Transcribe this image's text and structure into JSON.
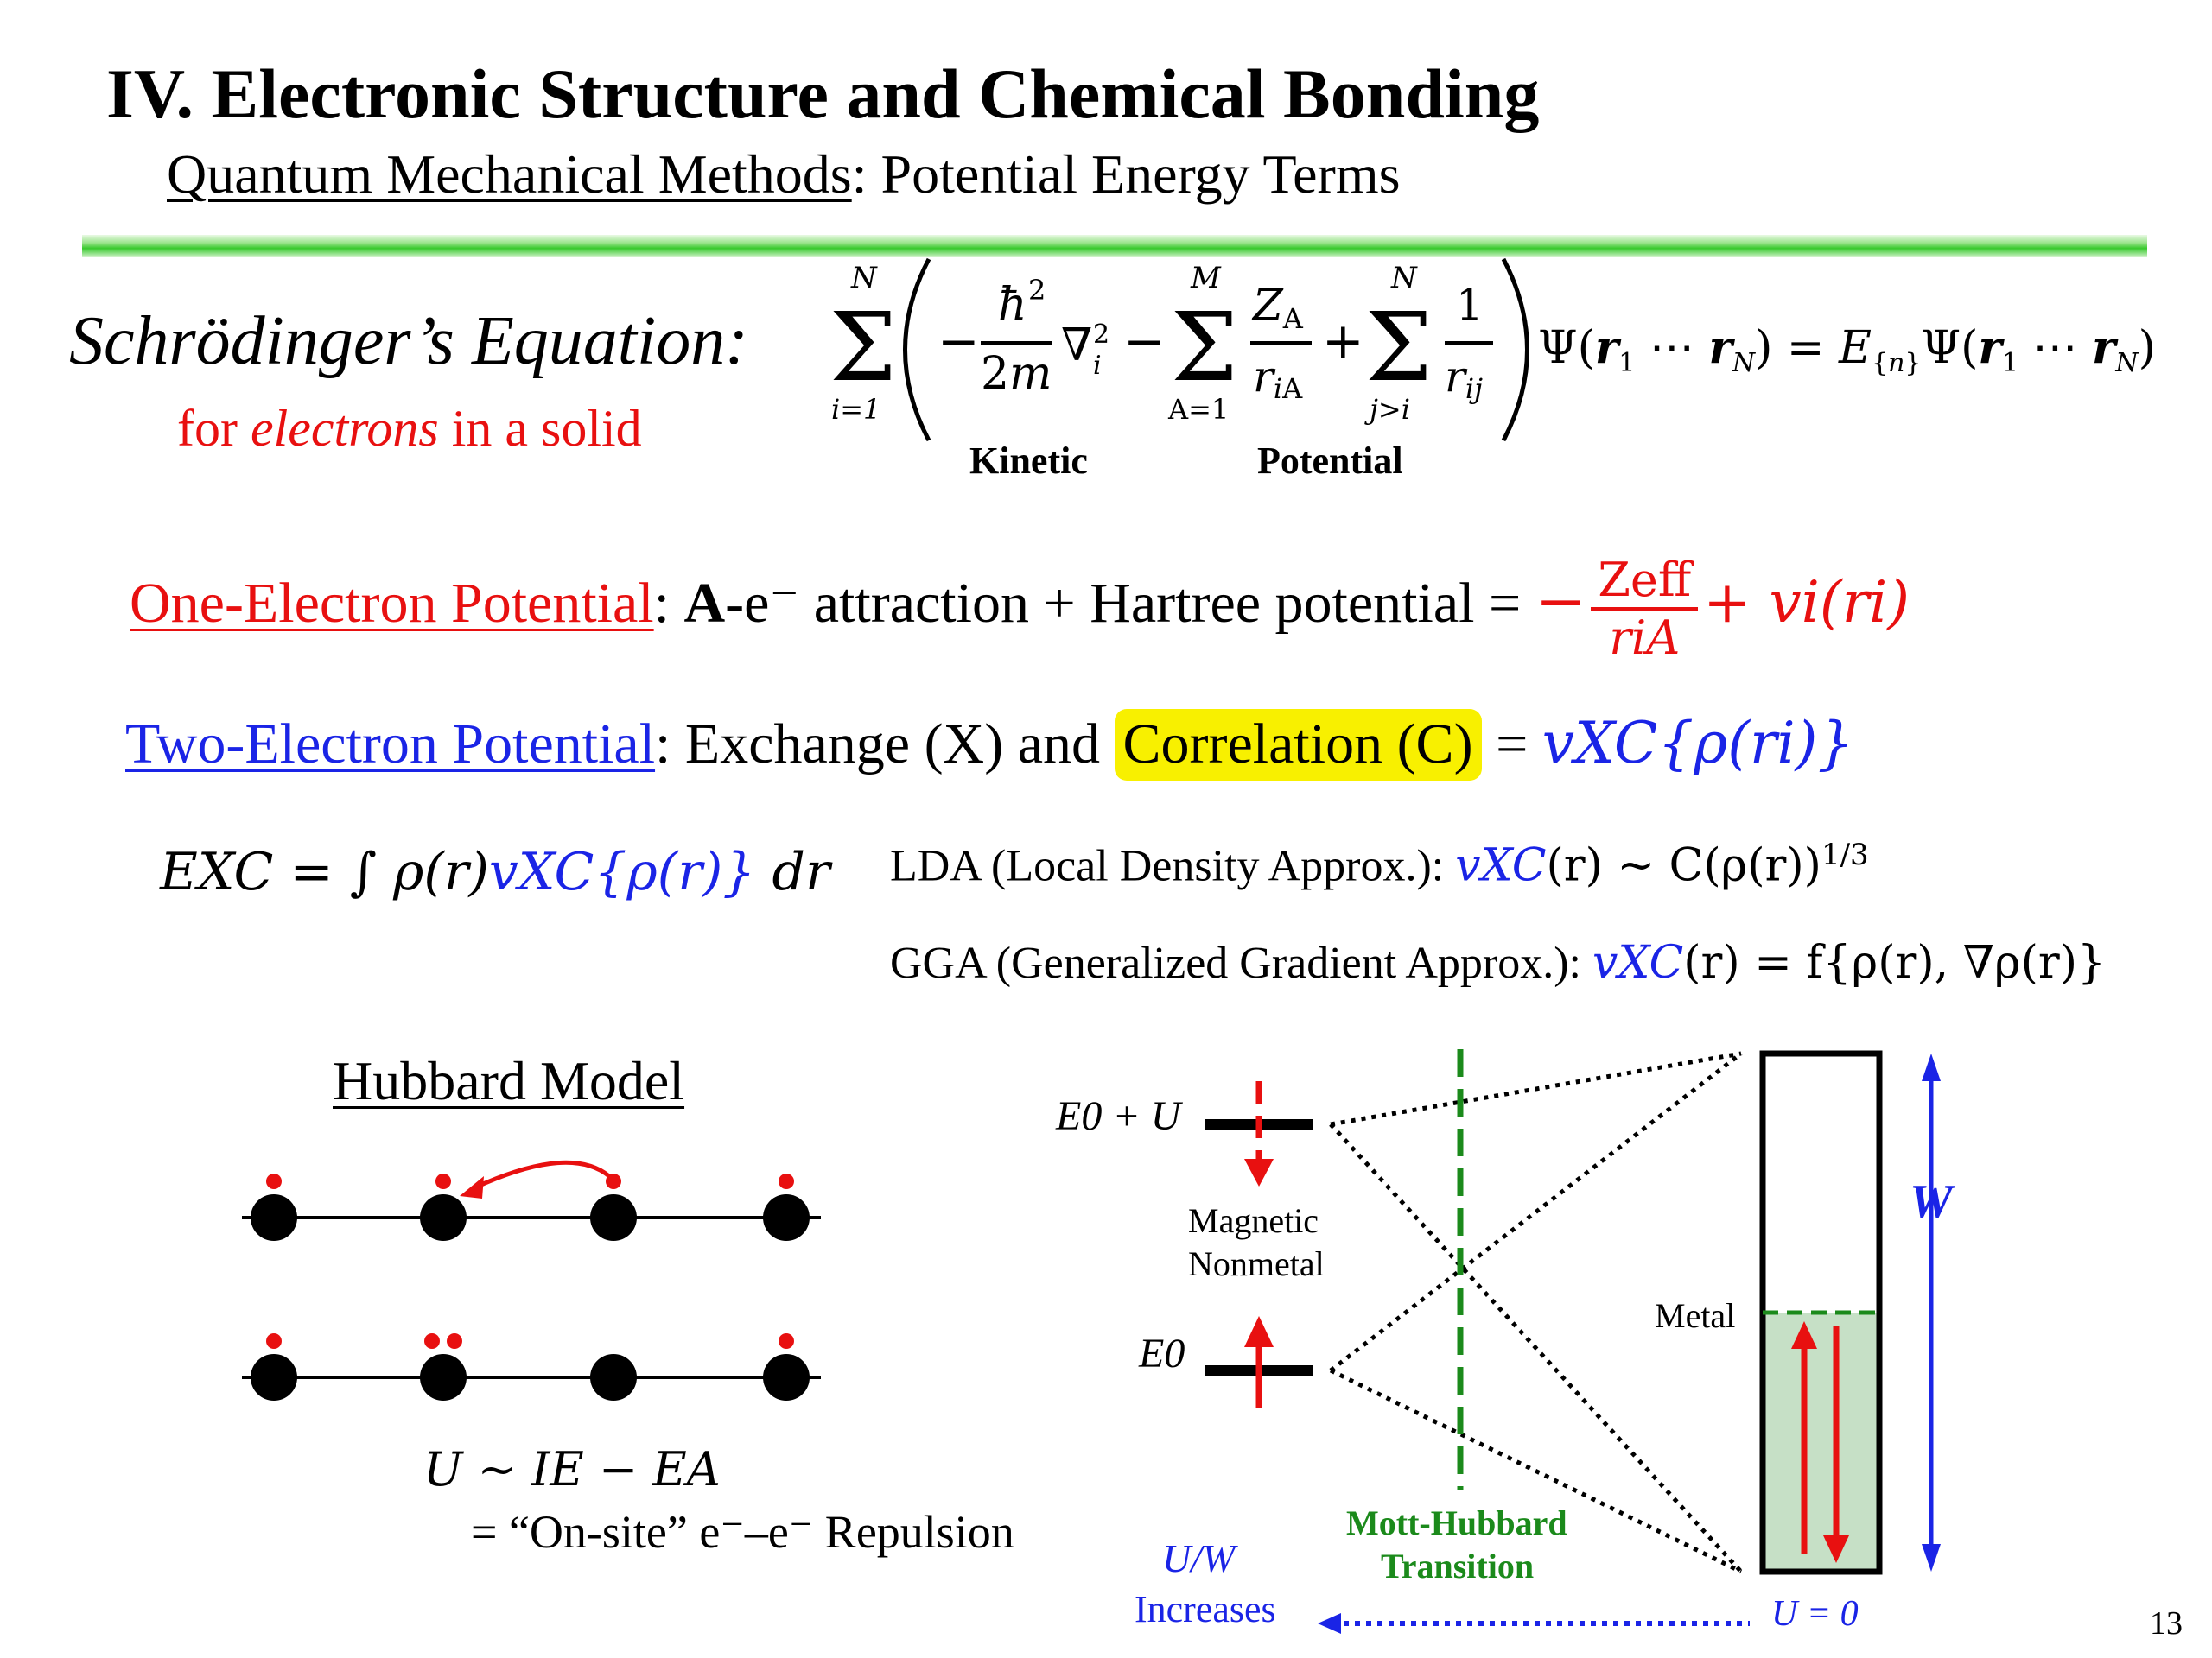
{
  "slide": {
    "title": "IV. Electronic Structure and Chemical Bonding",
    "subtitle_underlined": "Quantum Mechanical Methods",
    "subtitle_rest": ": Potential Energy Terms",
    "page_number": "13"
  },
  "schrodinger": {
    "label": "Schrödinger’s Equation:",
    "note_prefix": "for ",
    "note_italic": "electrons",
    "note_suffix": " in a solid",
    "kinetic_label": "Kinetic",
    "potential_label": "Potential"
  },
  "one_electron": {
    "term": "One-Electron Potential",
    "desc_bold": "A",
    "desc_rest": "-e⁻ attraction + Hartree potential =",
    "minus": "−",
    "frac_num": "Zeff",
    "frac_den": "riA",
    "plus_term": "+ vi(ri)"
  },
  "two_electron": {
    "term": "Two-Electron Potential",
    "desc": ": Exchange (X) and ",
    "highlight": "Correlation (C)",
    "equals": " = ",
    "result": "vXC{ρ(ri)}"
  },
  "exc": {
    "lhs": "EXC = ∫ ρ(r)",
    "colored": "vXC{ρ(r)}",
    "rhs": " dr"
  },
  "lda": {
    "label": "LDA (Local Density Approx.): ",
    "colored": "vXC",
    "rest": "(r) ~ C(ρ(r))",
    "exponent": "1/3"
  },
  "gga": {
    "label": "GGA (Generalized Gradient Approx.): ",
    "colored": "vXC",
    "rest": "(r) = f{ρ(r), ∇ρ(r)}"
  },
  "hubbard": {
    "title": "Hubbard Model",
    "relation": "U ~ IE − EA",
    "repulsion": "= “On-site” e⁻–e⁻ Repulsion"
  },
  "diagram": {
    "e0_plus_u": "E0 + U",
    "e0": "E0",
    "magnetic": "Magnetic",
    "nonmetal": "Nonmetal",
    "mott_line1": "Mott-Hubbard",
    "mott_line2": "Transition",
    "metal": "Metal",
    "w_label": "W",
    "uw": "U/W",
    "increases": "Increases",
    "u_zero": "U = 0",
    "colors": {
      "red": "#e81010",
      "blue": "#1a24e6",
      "green": "#1b8a1b",
      "metal_fill": "#c6e0c6"
    }
  }
}
